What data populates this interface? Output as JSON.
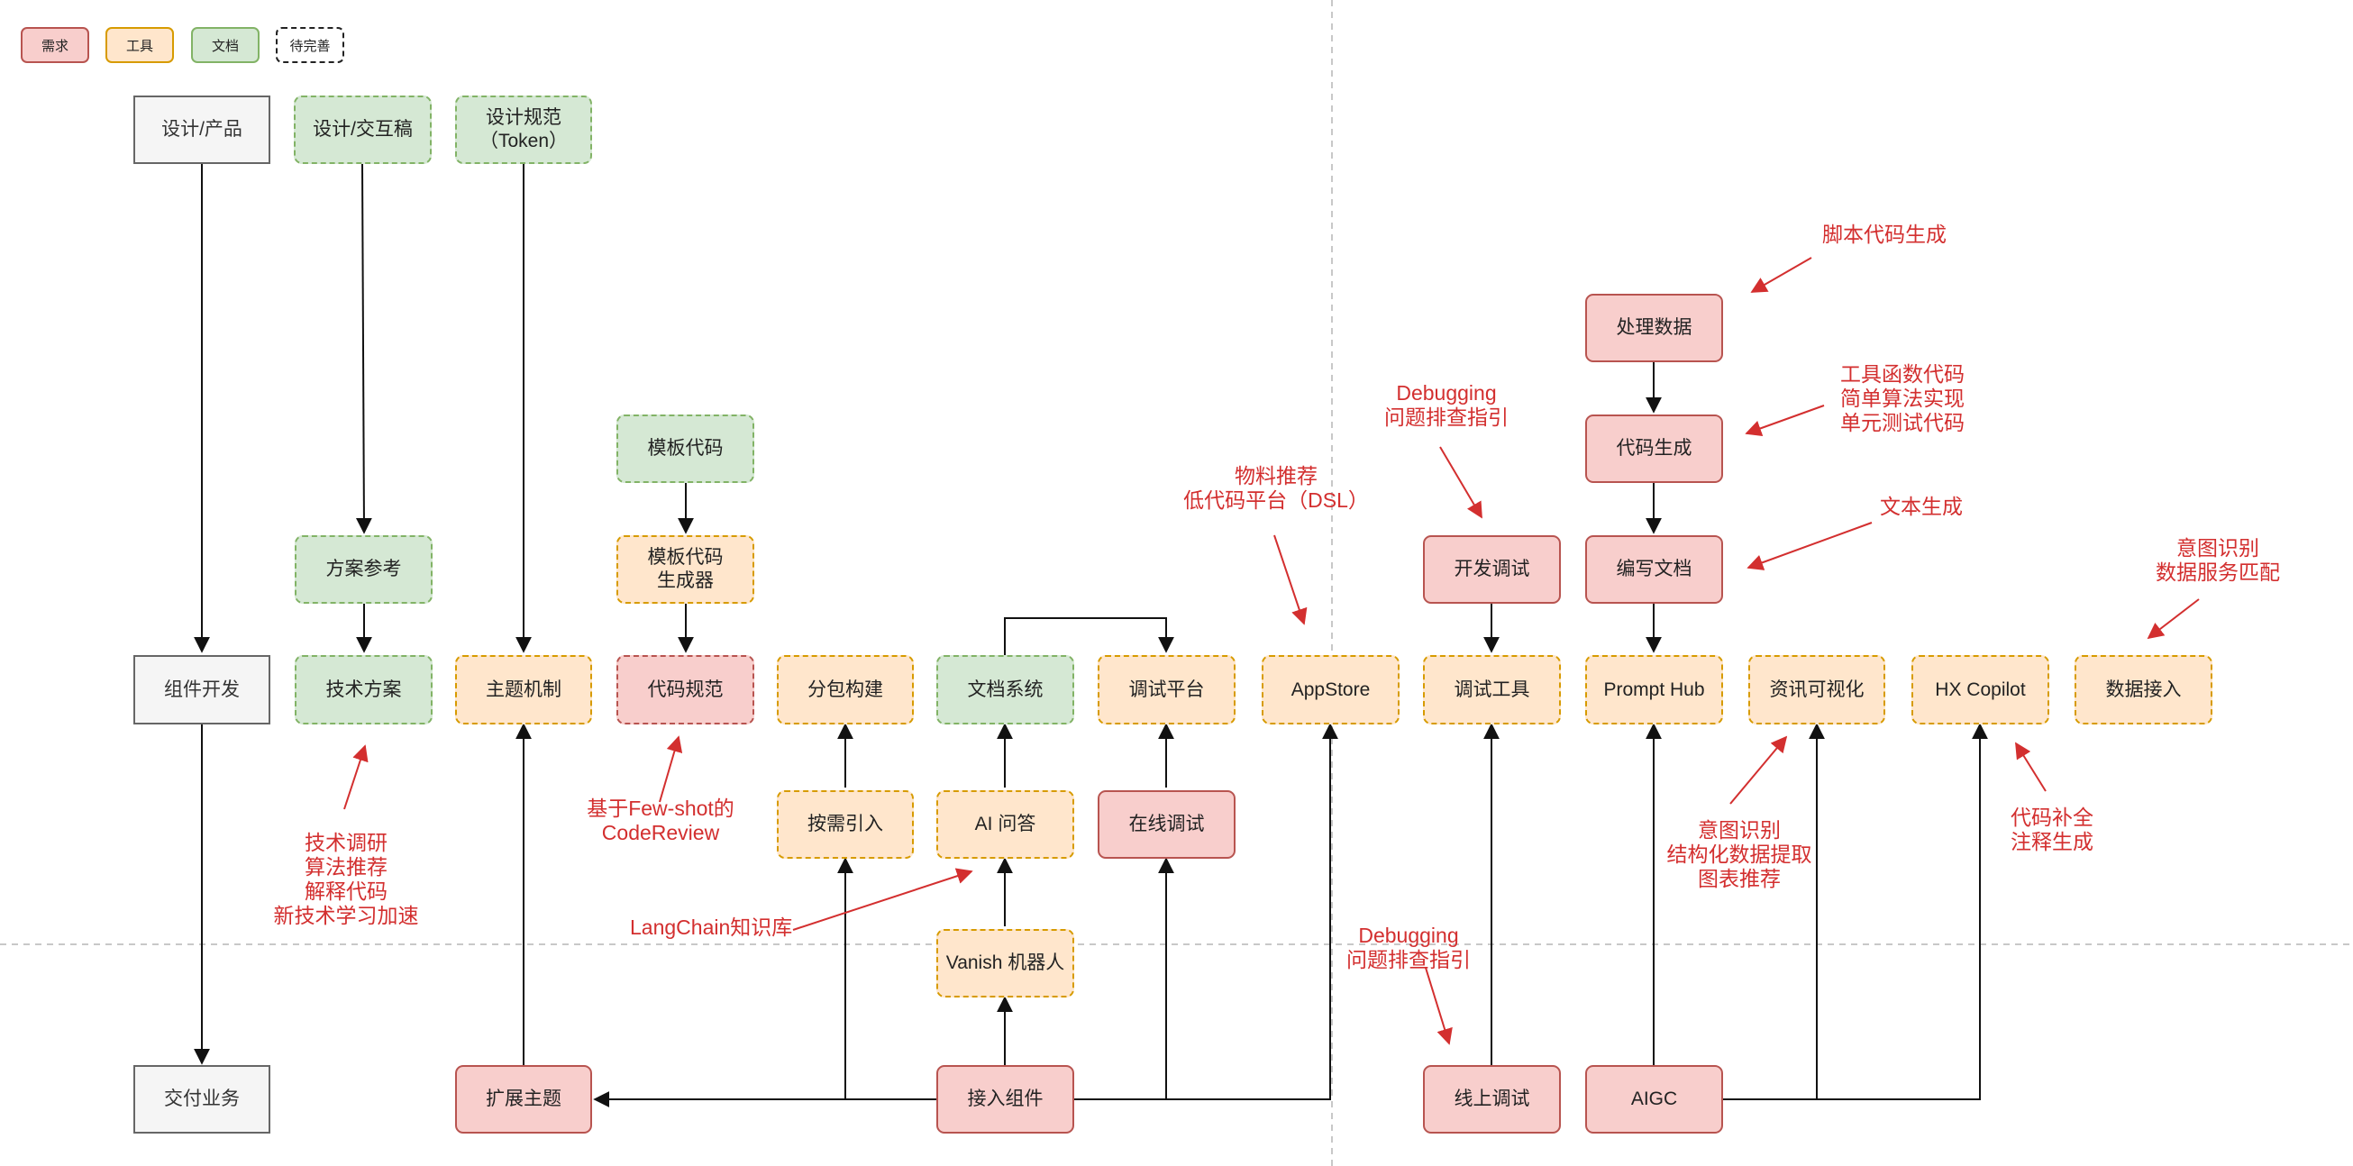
{
  "legend": {
    "need": "需求",
    "tool": "工具",
    "doc": "文档",
    "todo": "待完善"
  },
  "stages": {
    "design": "设计/产品",
    "dev": "组件开发",
    "delivery": "交付业务"
  },
  "nodes": {
    "design_draft": "设计/交互稿",
    "design_spec": "设计规范\n（Token）",
    "template_code": "模板代码",
    "plan_ref": "方案参考",
    "template_gen": "模板代码\n生成器",
    "tech_plan": "技术方案",
    "theme_mech": "主题机制",
    "code_spec": "代码规范",
    "pkg_build": "分包构建",
    "doc_system": "文档系统",
    "debug_platform": "调试平台",
    "appstore": "AppStore",
    "dev_tools": "调试工具",
    "prompt_hub": "Prompt Hub",
    "info_vis": "资讯可视化",
    "hx_copilot": "HX Copilot",
    "data_access": "数据接入",
    "on_demand": "按需引入",
    "ai_qa": "AI 问答",
    "online_debug": "在线调试",
    "vanish_bot": "Vanish 机器人",
    "extend_theme": "扩展主题",
    "access_comp": "接入组件",
    "online_debugging": "线上调试",
    "aigc": "AIGC",
    "process_data": "处理数据",
    "code_gen": "代码生成",
    "write_docs": "编写文档",
    "dev_debug": "开发调试"
  },
  "annotations": {
    "tech_research": "技术调研\n算法推荐\n解释代码\n新技术学习加速",
    "fewshot": "基于Few-shot的\nCodeReview",
    "langchain": "LangChain知识库",
    "material": "物料推荐\n低代码平台（DSL）",
    "debugging_top": "Debugging\n问题排查指引",
    "debugging_bottom": "Debugging\n问题排查指引",
    "script_gen": "脚本代码生成",
    "tool_func": "工具函数代码\n简单算法实现\n单元测试代码",
    "text_gen": "文本生成",
    "intent_data": "意图识别\n数据服务匹配",
    "intent_vis": "意图识别\n结构化数据提取\n图表推荐",
    "code_complete": "代码补全\n注释生成"
  },
  "colors": {
    "need_fill": "#f8cecc",
    "need_stroke": "#b85450",
    "tool_fill": "#ffe6cc",
    "tool_stroke": "#d79b00",
    "doc_fill": "#d5e8d4",
    "doc_stroke": "#82b366",
    "stage_fill": "#f5f5f5",
    "stage_stroke": "#666666",
    "annotation": "#d32f2f"
  }
}
